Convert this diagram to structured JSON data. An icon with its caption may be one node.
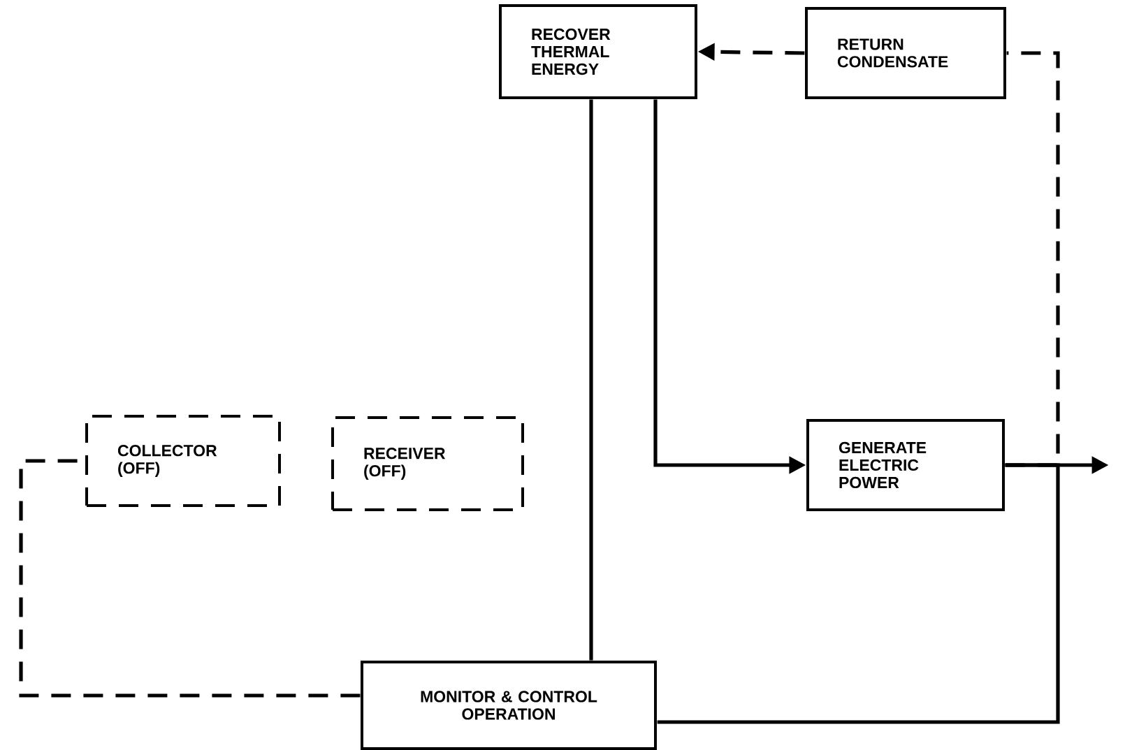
{
  "diagram": {
    "nodes": [
      {
        "text": [
          "RECOVER THERMAL ENERGY"
        ]
      },
      {
        "text": [
          "RETURN CONDENSATE"
        ]
      },
      {
        "text": [
          "COLLECTOR (OFF)"
        ]
      },
      {
        "text": [
          "RECEIVER (OFF)"
        ]
      },
      {
        "text": [
          "GENERATE ELECTRIC POWER"
        ]
      },
      {
        "text": [
          "MONITOR & CONTROL OPERATION"
        ]
      }
    ],
    "edges": [
      {
        "from": 1,
        "to": 0,
        "arrow": "to",
        "style": "dashed"
      },
      {
        "from": 4,
        "to": 1,
        "arrow": "none",
        "style": "dashed"
      },
      {
        "from": 0,
        "to": 4,
        "arrow": "to"
      },
      {
        "from": 0,
        "to": 5,
        "arrow": "none"
      },
      {
        "from": 5,
        "to": 4,
        "arrow": "none"
      },
      {
        "from": 5,
        "to": 2,
        "arrow": "none",
        "style": "dashed"
      },
      {
        "from": 4,
        "to": null,
        "arrow": "to"
      }
    ]
  }
}
